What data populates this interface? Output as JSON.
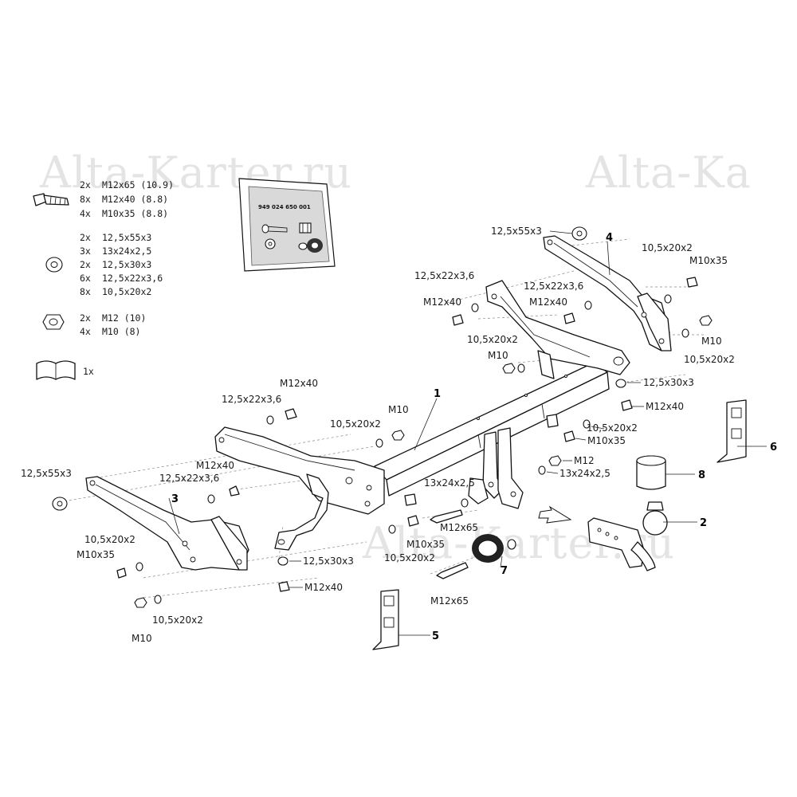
{
  "watermarks": [
    "Alta-Karter.ru",
    "Alta-Ka",
    "Alta-Karter.ru"
  ],
  "package_code": "949 024 650 001",
  "legend": {
    "bolts": [
      {
        "qty": "2x",
        "spec": "M12x65 (10.9)"
      },
      {
        "qty": "8x",
        "spec": "M12x40 (8.8)"
      },
      {
        "qty": "4x",
        "spec": "M10x35 (8.8)"
      }
    ],
    "washers": [
      {
        "qty": "2x",
        "spec": "12,5x55x3"
      },
      {
        "qty": "3x",
        "spec": "13x24x2,5"
      },
      {
        "qty": "2x",
        "spec": "12,5x30x3"
      },
      {
        "qty": "6x",
        "spec": "12,5x22x3,6"
      },
      {
        "qty": "8x",
        "spec": "10,5x20x2"
      }
    ],
    "nuts": [
      {
        "qty": "2x",
        "spec": "M12 (10)"
      },
      {
        "qty": "4x",
        "spec": "M10 (8)"
      }
    ],
    "manual": {
      "qty": "1x"
    }
  },
  "part_numbers": {
    "p1": "1",
    "p2": "2",
    "p3": "3",
    "p4": "4",
    "p5": "5",
    "p6": "6",
    "p7": "7",
    "p8": "8"
  },
  "callouts": {
    "c01": "12,5x55x3",
    "c02": "10,5x20x2",
    "c03": "M10x35",
    "c04": "12,5x22x3,6",
    "c05": "M12x40",
    "c06": "12,5x22x3,6",
    "c07": "M12x40",
    "c08": "M10",
    "c09": "10,5x20x2",
    "c10": "10,5x20x2",
    "c11": "M10",
    "c12": "12,5x30x3",
    "c13": "M12x40",
    "c14": "M12x40",
    "c15": "12,5x22x3,6",
    "c16": "10,5x20x2",
    "c17": "M10",
    "c18": "10,5x20x2",
    "c19": "M10x35",
    "c20": "M12",
    "c21": "13x24x2,5",
    "c22": "13x24x2,5",
    "c23": "M12x65",
    "c24": "M10x35",
    "c25": "10,5x20x2",
    "c26": "M12x65",
    "c27": "12,5x30x3",
    "c28": "M12x40",
    "c29": "12,5x55x3",
    "c30": "M12x40",
    "c31": "12,5x22x3,6",
    "c32": "10,5x20x2",
    "c33": "M10x35",
    "c34": "10,5x20x2",
    "c35": "M10"
  },
  "colors": {
    "line": "#111111",
    "watermark": "#e4e4e4",
    "background": "#ffffff"
  },
  "icons": [
    "bolt-icon",
    "washer-icon",
    "nut-icon",
    "manual-book-icon",
    "direction-arrow-icon"
  ]
}
